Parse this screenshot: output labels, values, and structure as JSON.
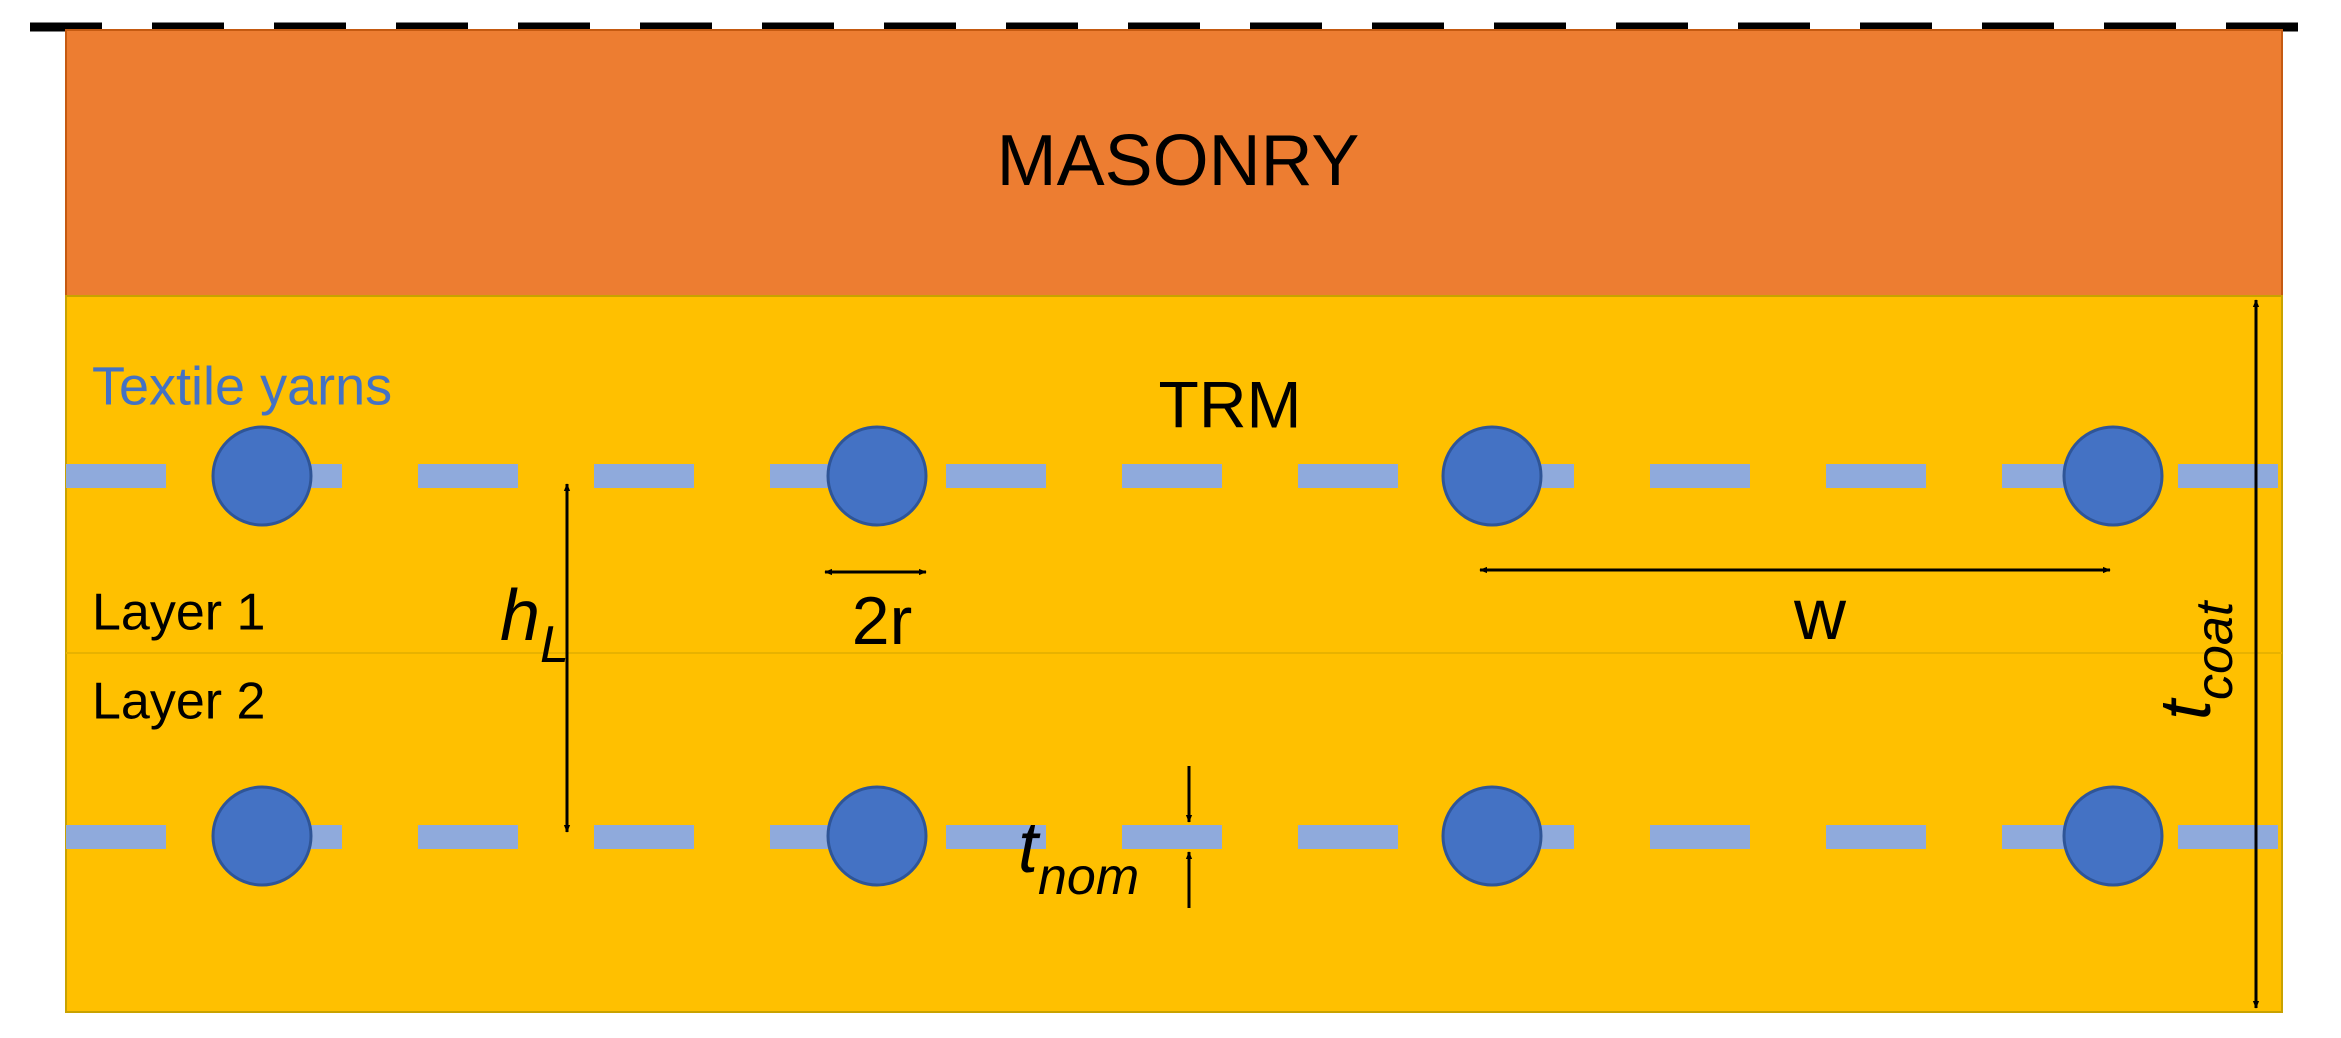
{
  "labels": {
    "masonry": "MASONRY",
    "trm": "TRM",
    "textile_yarns": "Textile yarns",
    "layer_1": "Layer 1",
    "layer_2": "Layer 2",
    "h_main": "h",
    "h_sub": "L",
    "two_r": "2r",
    "w": "w",
    "t_nom_main": "t",
    "t_nom_sub": "nom",
    "t_coat_main": "t",
    "t_coat_sub": "coat"
  },
  "colors": {
    "masonry": "#ED7D31",
    "trm": "#FFC000",
    "yarn_circle": "#4472C4",
    "yarn_dash": "#8FAADC",
    "textile_label": "#4472C4",
    "dim_line": "#000000"
  },
  "yarn_rows": [
    {
      "name": "yarn-row-1",
      "circles": 4
    },
    {
      "name": "yarn-row-2",
      "circles": 4
    }
  ]
}
